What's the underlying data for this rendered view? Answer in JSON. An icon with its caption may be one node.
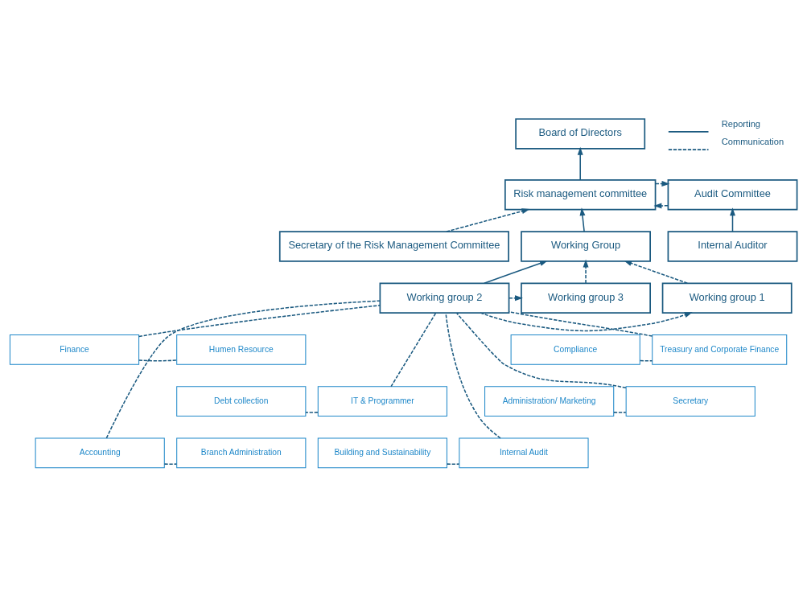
{
  "diagram": {
    "nodes": [
      {
        "text": [
          "Board of Directors"
        ]
      },
      {
        "text": [
          "Audit Committee"
        ]
      },
      {
        "text": [
          "Risk management committee"
        ]
      },
      {
        "text": [
          "Internal Auditor"
        ]
      },
      {
        "text": [
          "Secretary of the Risk Management Committee"
        ]
      },
      {
        "text": [
          "Working Group"
        ]
      },
      {
        "text": [
          "Working group 1"
        ]
      },
      {
        "text": [
          "Working group 2"
        ]
      },
      {
        "text": [
          "Working group 3"
        ]
      },
      {
        "text": [
          "Humen Resource"
        ]
      },
      {
        "text": [
          "Finance"
        ]
      },
      {
        "text": [
          "Treasury and Corporate Finance"
        ]
      },
      {
        "text": [
          "Compliance"
        ]
      },
      {
        "text": [
          "Debt collection"
        ]
      },
      {
        "text": [
          "IT & Programmer"
        ]
      },
      {
        "text": [
          "Secretary"
        ]
      },
      {
        "text": [
          "Administration/ Marketing"
        ]
      },
      {
        "text": [
          "Branch Administration"
        ]
      },
      {
        "text": [
          "Accounting"
        ]
      },
      {
        "text": [
          "Internal Audit"
        ]
      },
      {
        "text": [
          "Building and Sustainability"
        ]
      }
    ],
    "edges": [
      {
        "from": 2,
        "to": 0,
        "arrow": "to"
      },
      {
        "from": 2,
        "to": 1,
        "arrow": "to",
        "style": "dashed"
      },
      {
        "from": 1,
        "to": 2,
        "arrow": "to",
        "style": "dashed"
      },
      {
        "from": 3,
        "to": 1,
        "arrow": "to"
      },
      {
        "from": 4,
        "to": 2,
        "arrow": "to",
        "style": "dashed"
      },
      {
        "from": 5,
        "to": 2,
        "arrow": "to"
      },
      {
        "from": 7,
        "to": 5,
        "arrow": "to"
      },
      {
        "from": 6,
        "to": 5,
        "arrow": "to",
        "style": "dashed"
      },
      {
        "from": 8,
        "to": 5,
        "arrow": "to",
        "style": "dashed"
      },
      {
        "from": 7,
        "to": 6,
        "arrow": "to",
        "style": "dashed"
      },
      {
        "from": 7,
        "to": 8,
        "arrow": "to",
        "style": "dashed"
      },
      {
        "from": 7,
        "to": 10,
        "arrow": "none",
        "style": "dashed"
      },
      {
        "from": 7,
        "to": 11,
        "arrow": "none",
        "style": "dashed"
      },
      {
        "from": 7,
        "to": 14,
        "arrow": "none",
        "style": "dashed"
      },
      {
        "from": 7,
        "to": 15,
        "arrow": "none",
        "style": "dashed"
      },
      {
        "from": 7,
        "to": 18,
        "arrow": "none",
        "style": "dashed"
      },
      {
        "from": 7,
        "to": 19,
        "arrow": "none",
        "style": "dashed"
      },
      {
        "from": 9,
        "to": 10,
        "arrow": "none",
        "style": "dashed"
      },
      {
        "from": 11,
        "to": 12,
        "arrow": "none",
        "style": "dashed"
      },
      {
        "from": 13,
        "to": 14,
        "arrow": "none",
        "style": "dashed"
      },
      {
        "from": 15,
        "to": 16,
        "arrow": "none",
        "style": "dashed"
      },
      {
        "from": 17,
        "to": 18,
        "arrow": "none",
        "style": "dashed"
      },
      {
        "from": 19,
        "to": 20,
        "arrow": "none",
        "style": "dashed"
      }
    ],
    "legend": [
      {
        "text": "Reporting"
      },
      {
        "text": "Communication"
      }
    ]
  }
}
